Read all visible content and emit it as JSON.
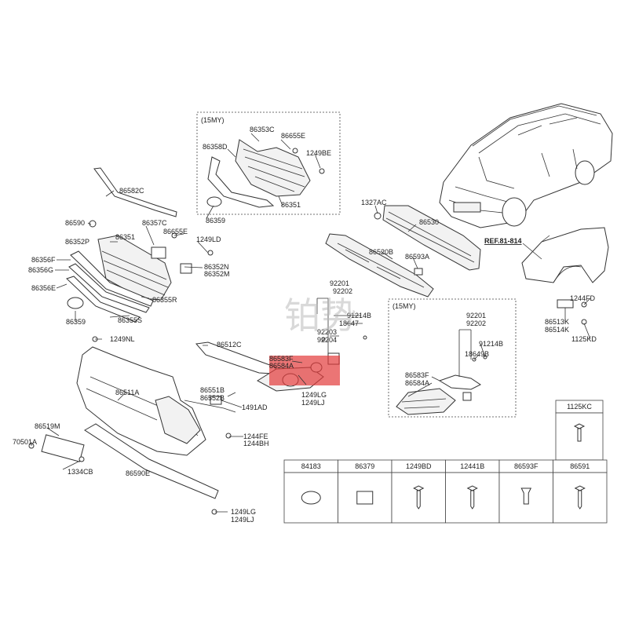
{
  "boxes": {
    "top_box_title": "(15MY)",
    "right_box_title": "(15MY)",
    "ref": "REF.81-814"
  },
  "labels": {
    "p86582C": "86582C",
    "p86353C": "86353C",
    "p86655E_a": "86655E",
    "p86358D": "86358D",
    "p1249BE": "1249BE",
    "p86359_a": "86359",
    "p86351_a": "86351",
    "p1327AC": "1327AC",
    "p86530": "86530",
    "p86590": "86590",
    "p86357C": "86357C",
    "p86655E_b": "86655E",
    "p86352P": "86352P",
    "p86351_b": "86351",
    "p1249LD": "1249LD",
    "p86356F": "86356F",
    "p86356G": "86356G",
    "p86352N": "86352N",
    "p86352M": "86352M",
    "p86356E": "86356E",
    "p86355R": "86355R",
    "p86359_b": "86359",
    "p86355S": "86355S",
    "p86520B": "86520B",
    "p86593A": "86593A",
    "p92201_a": "92201",
    "p92202_a": "92202",
    "p91214B_a": "91214B",
    "p18647": "18647",
    "p92203": "92203",
    "p92204": "92204",
    "p1249NL": "1249NL",
    "p86512C": "86512C",
    "p86583F_a": "86583F",
    "p86584A_a": "86584A",
    "p1249LG_a": "1249LG",
    "p1249LJ_a": "1249LJ",
    "p86511A": "86511A",
    "p86551B": "86551B",
    "p86552B": "86552B",
    "p1491AD": "1491AD",
    "p86519M": "86519M",
    "p70501A": "70501A",
    "p1244FE": "1244FE",
    "p1244BH": "1244BH",
    "p1334CB": "1334CB",
    "p86590E": "86590E",
    "p1249LG_b": "1249LG",
    "p1249LJ_b": "1249LJ",
    "p92201_b": "92201",
    "p92202_b": "92202",
    "p91214B_b": "91214B",
    "p18649B": "18649B",
    "p86583F_b": "86583F",
    "p86584A_b": "86584A",
    "p1244FD": "1244FD",
    "p86513K": "86513K",
    "p86514K": "86514K",
    "p1125KD": "1125KD"
  },
  "table": {
    "top_cell": "1125KC",
    "headers": [
      "84183",
      "86379",
      "1249BD",
      "12441B",
      "86593F",
      "86591"
    ]
  },
  "watermark": "铂势"
}
